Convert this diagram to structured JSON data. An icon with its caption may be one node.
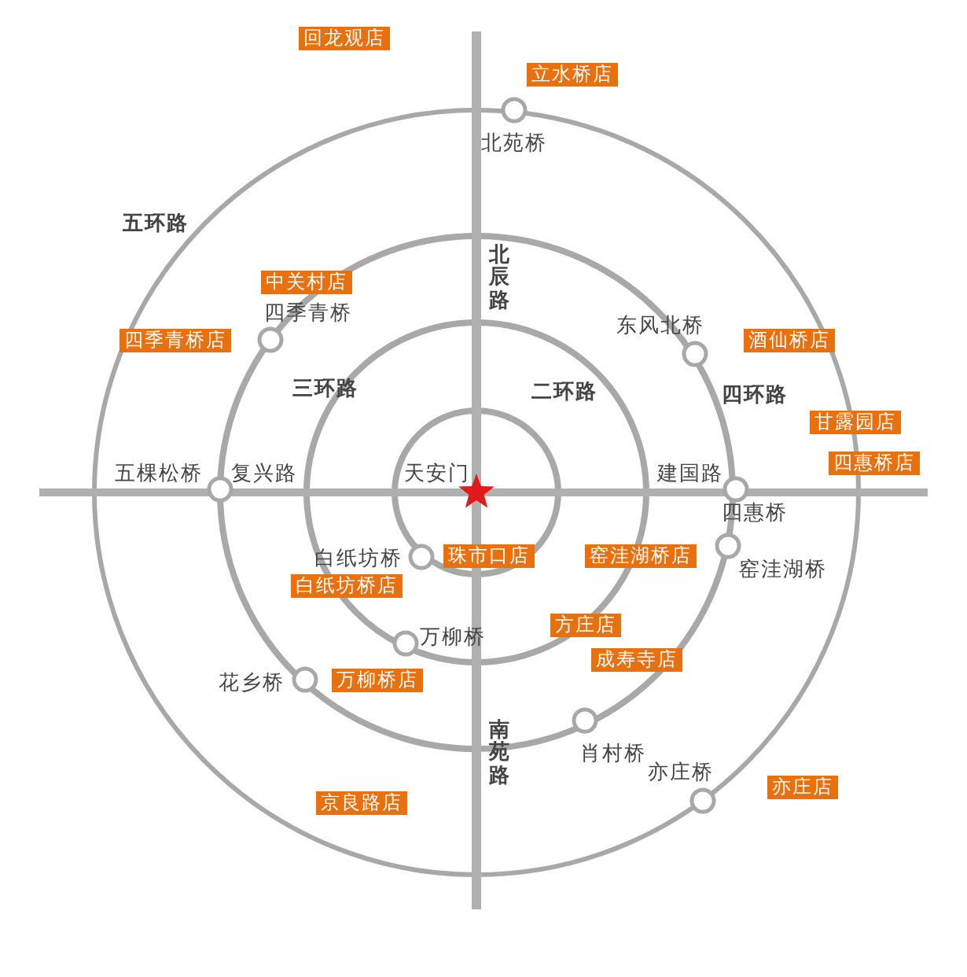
{
  "diagram": {
    "nodes": [
      {
        "text": [
          "回龙观店"
        ]
      },
      {
        "text": [
          "立水桥店"
        ]
      },
      {
        "text": [
          "中关村店"
        ]
      },
      {
        "text": [
          "四季青桥店"
        ]
      },
      {
        "text": [
          "酒仙桥店"
        ]
      },
      {
        "text": [
          "甘露园店"
        ]
      },
      {
        "text": [
          "四惠桥店"
        ]
      },
      {
        "text": [
          "珠市口店"
        ]
      },
      {
        "text": [
          "窑洼湖桥店"
        ]
      },
      {
        "text": [
          "白纸坊桥店"
        ]
      },
      {
        "text": [
          "方庄店"
        ]
      },
      {
        "text": [
          "成寿寺店"
        ]
      },
      {
        "text": [
          "万柳桥店"
        ]
      },
      {
        "text": [
          "京良路店"
        ]
      },
      {
        "text": [
          "亦庄店"
        ]
      }
    ],
    "edges": [],
    "labels": [
      "北苑桥",
      "五环路",
      "北辰路",
      "四季青桥",
      "东风北桥",
      "三环路",
      "二环路",
      "四环路",
      "五棵松桥",
      "复兴路",
      "天安门",
      "建国路",
      "四惠桥",
      "白纸坊桥",
      "窑洼湖桥",
      "万柳桥",
      "花乡桥",
      "南苑路",
      "肖村桥",
      "亦庄桥"
    ]
  }
}
